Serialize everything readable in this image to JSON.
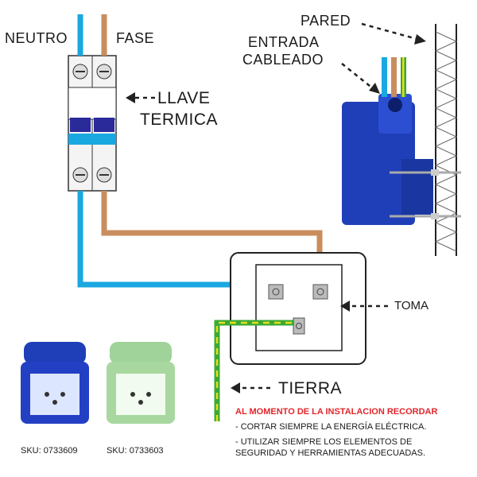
{
  "labels": {
    "neutro": "NEUTRO",
    "fase": "FASE",
    "llave_line1": "LLAVE",
    "llave_line2": "TERMICA",
    "pared": "PARED",
    "entrada_line1": "ENTRADA",
    "entrada_line2": "CABLEADO",
    "toma": "TOMA",
    "tierra": "TIERRA"
  },
  "warning": {
    "title": "AL MOMENTO DE LA INSTALACION RECORDAR",
    "line1": "- CORTAR SIEMPRE LA ENERGÍA ELÉCTRICA.",
    "line2a": "- UTILIZAR SIEMPRE LOS ELEMENTOS DE",
    "line2b": "SEGURIDAD Y HERRAMIENTAS ADECUADAS."
  },
  "products": [
    {
      "sku": "SKU: 0733609",
      "color": "blue"
    },
    {
      "sku": "SKU: 0733603",
      "color": "green"
    }
  ],
  "colors": {
    "neutral_wire": "#1aa8e0",
    "phase_wire": "#c98d5e",
    "earth_wire": "#3aa935",
    "earth_stripe": "#e6dd1d",
    "box_blue": "#1f3fb8",
    "warning_red": "#e0262b"
  }
}
